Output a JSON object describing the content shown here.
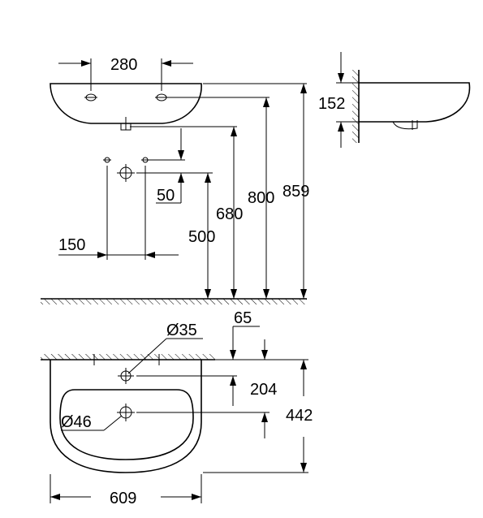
{
  "drawing": {
    "dimensions": {
      "tap_hole_spacing": "280",
      "wall_projection_height": "152",
      "supply_offset": "50",
      "drain_height": "680",
      "rim_height": "800",
      "overall_height": "859",
      "supply_height": "500",
      "supply_spacing": "150",
      "tap_hole_setback": "65",
      "tap_hole_diameter": "Ø35",
      "tap_to_waste_distance": "204",
      "waste_diameter": "Ø46",
      "basin_depth": "442",
      "basin_width": "609"
    }
  }
}
